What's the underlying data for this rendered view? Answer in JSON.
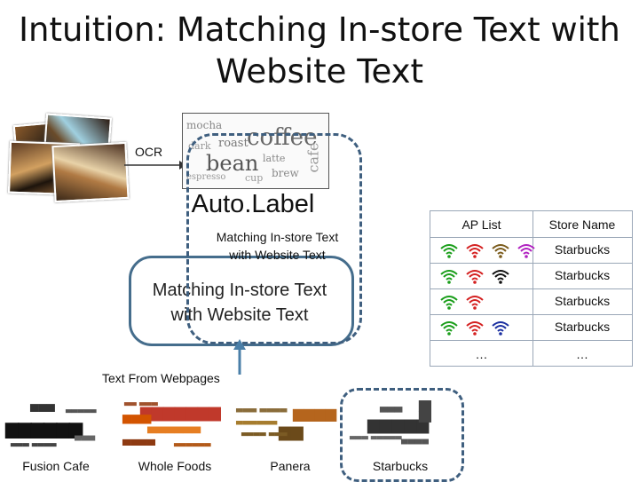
{
  "title": "Intuition: Matching In-store Text with Website Text",
  "ocr_label": "OCR",
  "coffee_cloud": {
    "words": [
      "coffee",
      "bean",
      "mocha",
      "roast",
      "latte",
      "espresso",
      "brew",
      "cafe",
      "cup",
      "dark"
    ]
  },
  "autolabel": {
    "title": "Auto.Label",
    "subtitle_line1": "Matching In-store Text",
    "subtitle_line2": "with Website Text"
  },
  "matching": {
    "line1": "Matching In-store Text",
    "line2": "with Website Text"
  },
  "webpages_label": "Text From Webpages",
  "stores": [
    {
      "caption": "Fusion Cafe"
    },
    {
      "caption": "Whole Foods"
    },
    {
      "caption": "Panera"
    },
    {
      "caption": "Starbucks"
    }
  ],
  "ap_table": {
    "header_ap": "AP List",
    "header_store": "Store Name",
    "rows": [
      {
        "store": "Starbucks",
        "icons": [
          "#1a9e1a",
          "#d42020",
          "#7a5a1a",
          "#b020c0"
        ]
      },
      {
        "store": "Starbucks",
        "icons": [
          "#1a9e1a",
          "#d42020",
          "#111111"
        ]
      },
      {
        "store": "Starbucks",
        "icons": [
          "#1a9e1a",
          "#d42020"
        ]
      },
      {
        "store": "Starbucks",
        "icons": [
          "#1a9e1a",
          "#d42020",
          "#1a2fa0"
        ]
      }
    ],
    "ellipsis": "…"
  }
}
